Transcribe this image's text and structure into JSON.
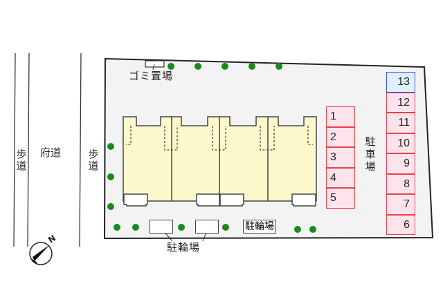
{
  "map": {
    "roads": {
      "sidewalk_left": "歩道",
      "prefectural_road": "府道",
      "sidewalk_right": "歩道"
    },
    "compass": {
      "north_label": "N",
      "icon": "north-arrow-icon"
    },
    "labels": {
      "garbage_station": "ゴミ置場",
      "parking": "駐車場",
      "bicycle_parking_bottom": "駐輪場",
      "bicycle_parking_boxed": "駐輪場"
    },
    "parking_left": [
      {
        "number": "1"
      },
      {
        "number": "2"
      },
      {
        "number": "3"
      },
      {
        "number": "4"
      },
      {
        "number": "5"
      }
    ],
    "parking_right": [
      {
        "number": "13",
        "highlight": true
      },
      {
        "number": "12"
      },
      {
        "number": "11"
      },
      {
        "number": "10"
      },
      {
        "number": "9"
      },
      {
        "number": "8"
      },
      {
        "number": "7"
      },
      {
        "number": "6"
      }
    ],
    "colors": {
      "lot_fill": "#f3f3f3",
      "building_fill": "#fdf7cc",
      "tree": "#1a8a1a",
      "stall_fill": "#fde4ec",
      "stall_border": "#e8414a",
      "highlight_fill": "#dff1fb",
      "highlight_border": "#3b4ee0"
    }
  }
}
